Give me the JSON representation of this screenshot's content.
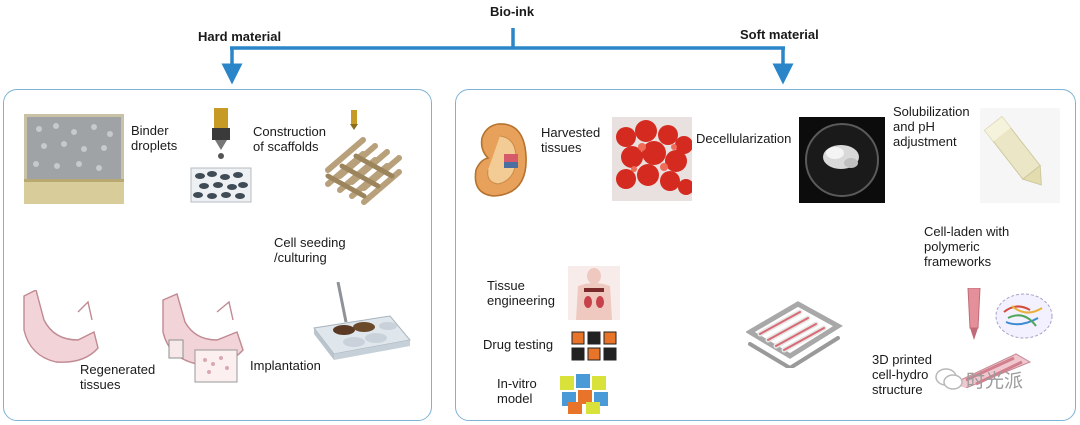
{
  "title": "Bio-ink",
  "hard": {
    "heading": "Hard material",
    "binder": "Binder\ndroplets",
    "construction": "Construction\nof scaffolds",
    "seeding": "Cell seeding\n/culturing",
    "implantation": "Implantation",
    "regenerated": "Regenerated\ntissues"
  },
  "soft": {
    "heading": "Soft material",
    "harvested": "Harvested\ntissues",
    "decell": "Decellularization",
    "solub": "Solubilization\nand pH\nadjustment",
    "cellladen": "Cell-laden with\npolymeric\nframeworks",
    "printed": "3D printed\ncell-hydro\nstructure",
    "tissue_eng": "Tissue\nengineering",
    "drug": "Drug testing",
    "invitro": "In-vitro\nmodel"
  },
  "watermark": "时光派",
  "colors": {
    "arrow": "#2a86c9",
    "panel_border": "#7fb3d6"
  }
}
